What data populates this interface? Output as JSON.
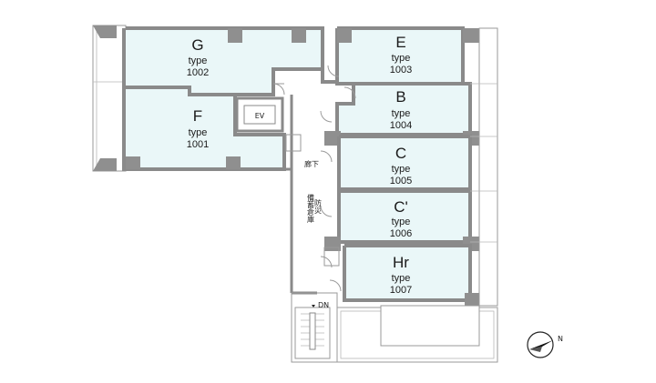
{
  "units": [
    {
      "id": "G",
      "type_label": "type",
      "number": "1002"
    },
    {
      "id": "E",
      "type_label": "type",
      "number": "1003"
    },
    {
      "id": "B",
      "type_label": "type",
      "number": "1004"
    },
    {
      "id": "F",
      "type_label": "type",
      "number": "1001"
    },
    {
      "id": "C",
      "type_label": "type",
      "number": "1005"
    },
    {
      "id": "C'",
      "type_label": "type",
      "number": "1006"
    },
    {
      "id": "Hr",
      "type_label": "type",
      "number": "1007"
    }
  ],
  "labels": {
    "ev": "EV",
    "corridor": "廊下",
    "storage_line1": "備蓄倉庫",
    "storage_line2": "防災",
    "stairs": "DN",
    "compass": "N"
  }
}
